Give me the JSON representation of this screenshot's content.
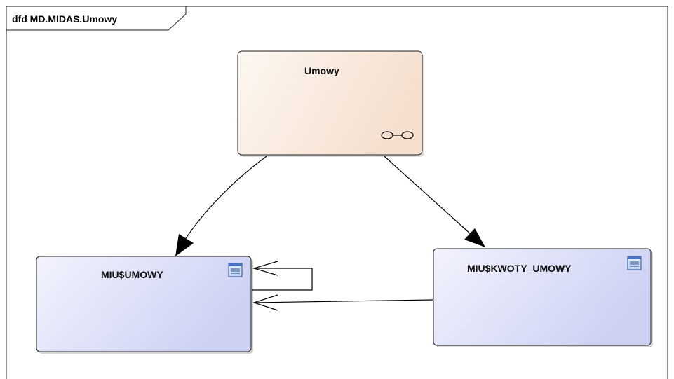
{
  "diagram": {
    "title": "dfd MD.MIDAS.Umowy",
    "colors": {
      "process_fill_start": "#fdf6ef",
      "process_fill_end": "#f6e1d2",
      "store_fill_start": "#f1f2fd",
      "store_fill_end": "#cfd4f4",
      "border": "#222222",
      "line": "#000000"
    },
    "nodes": {
      "process": {
        "label": "Umowy",
        "icon": "activity-binoculars-icon"
      },
      "store_left": {
        "label": "MIU$UMOWY",
        "icon": "table-icon"
      },
      "store_right": {
        "label": "MIU$KWOTY_UMOWY",
        "icon": "table-icon"
      }
    },
    "flows": [
      {
        "from": "Umowy",
        "to": "MIU$UMOWY",
        "arrow": "filled"
      },
      {
        "from": "Umowy",
        "to": "MIU$KWOTY_UMOWY",
        "arrow": "filled"
      },
      {
        "from": "MIU$UMOWY",
        "to": "MIU$UMOWY",
        "arrow": "open"
      },
      {
        "from": "MIU$KWOTY_UMOWY",
        "to": "MIU$UMOWY",
        "arrow": "open"
      }
    ]
  }
}
